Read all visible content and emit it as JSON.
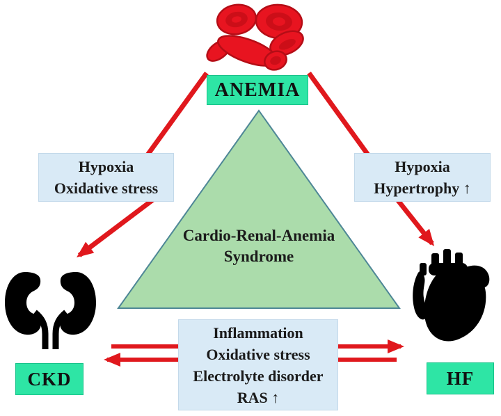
{
  "figure": {
    "center_label": {
      "line1": "Cardio-Renal-Anemia",
      "line2": "Syndrome"
    },
    "nodes": {
      "anemia": "ANEMIA",
      "ckd": "CKD",
      "hf": "HF"
    },
    "panels": {
      "left": [
        "Hypoxia",
        "Oxidative stress"
      ],
      "right": [
        "Hypoxia",
        "Hypertrophy ↑"
      ],
      "bottom": [
        "Inflammation",
        "Oxidative stress",
        "Electrolyte disorder",
        "RAS ↑"
      ]
    },
    "icons": [
      "red-blood-cells-icon",
      "kidneys-icon",
      "heart-icon"
    ],
    "colors": {
      "node_green": "#2ee5a5",
      "panel_blue": "#d9eaf6",
      "triangle_fill": "#abdcab",
      "triangle_border": "#4e8796",
      "arrow_red": "#e0181d",
      "text_black": "#1b1b1b",
      "icon_black": "#000000",
      "cell_red": "#e81420",
      "cell_rim": "#b50d16"
    }
  }
}
